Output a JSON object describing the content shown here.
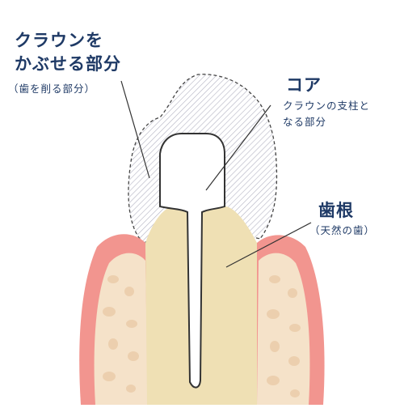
{
  "crown": {
    "title_line1": "クラウンを",
    "title_line2": "かぶせる部分",
    "note": "（歯を削る部分）"
  },
  "core": {
    "title": "コア",
    "desc_line1": "クラウンの支柱と",
    "desc_line2": "なる部分"
  },
  "root": {
    "title": "歯根",
    "note": "（天然の歯）"
  },
  "colors": {
    "label_text": "#1f3a66",
    "gum": "#f2958f",
    "bone": "#f5e2c9",
    "bone_spots": "#eccfae",
    "root": "#efe0b4",
    "core_fill": "#ffffff",
    "crown_hatch": "#b3b3c2",
    "outline": "#333333"
  }
}
